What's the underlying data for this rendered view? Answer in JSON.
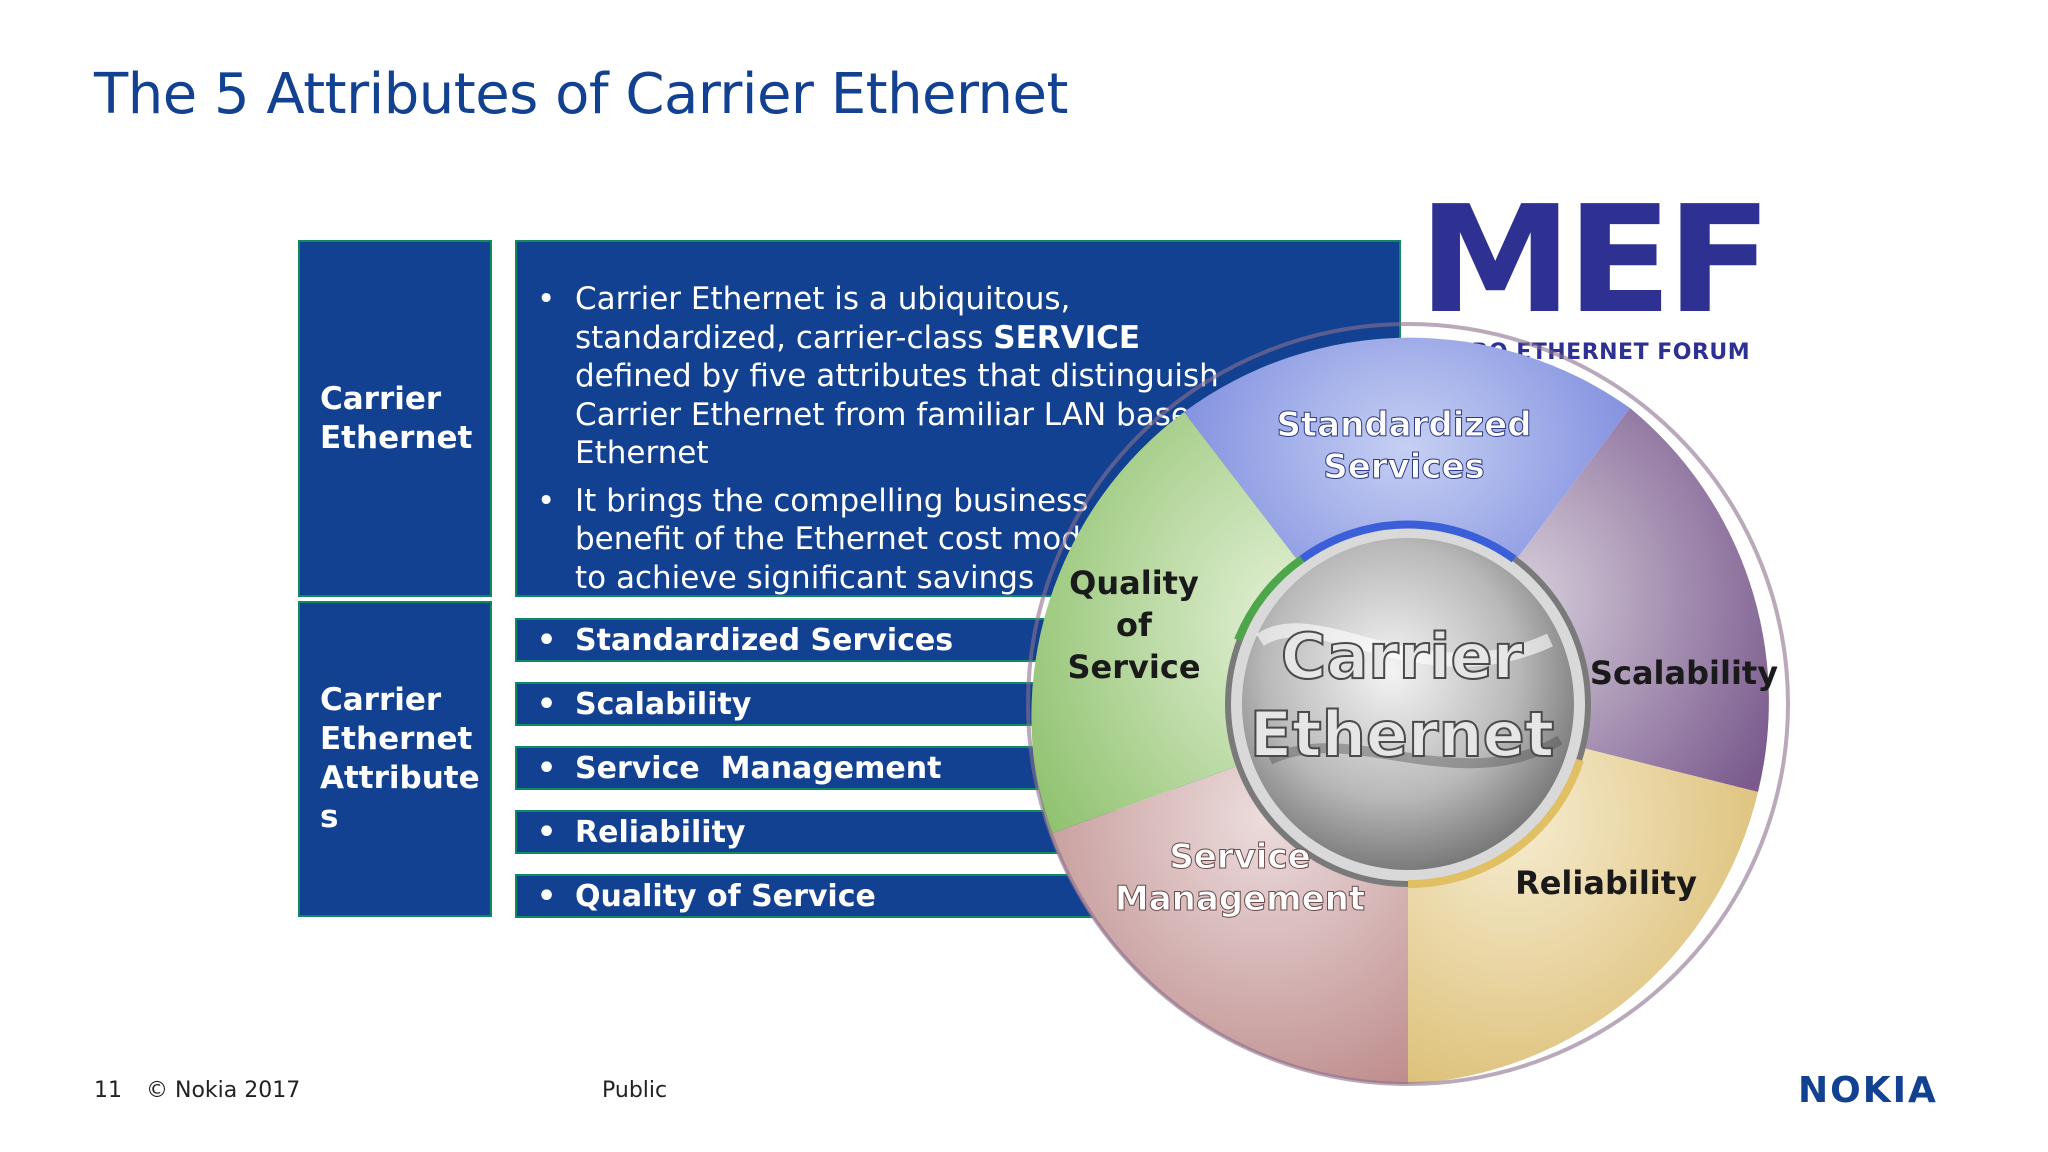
{
  "slide": {
    "title": "The 5 Attributes of Carrier Ethernet"
  },
  "carrier_ethernet_box": {
    "label": "Carrier Ethernet",
    "bullets": [
      {
        "before": "Carrier Ethernet is a ubiquitous, standardized, carrier-class ",
        "bold": "SERVICE",
        "after": " defined by five attributes that distinguish Carrier Ethernet from familiar LAN based Ethernet"
      },
      {
        "text": "It brings the compelling business benefit of the Ethernet cost model to achieve significant savings"
      }
    ]
  },
  "attributes_box": {
    "label": "Carrier Ethernet Attribute s",
    "bullet_symbol": "•",
    "items": [
      "Standardized Services",
      "Scalability",
      "Service  Management",
      "Reliability",
      "Quality of Service"
    ]
  },
  "mef_logo": {
    "letters": "MEF",
    "tagline": "METRO ETHERNET FORUM"
  },
  "wheel": {
    "center_line1": "Carrier",
    "center_line2": "Ethernet",
    "segments": {
      "standardized": [
        "Standardized",
        "Services"
      ],
      "scalability": [
        "Scalability"
      ],
      "reliability": [
        "Reliability"
      ],
      "service_management": [
        "Service",
        "Management"
      ],
      "quality": [
        "Quality",
        "of",
        "Service"
      ]
    },
    "colors": {
      "standardized": "#7f8fe0",
      "scalability": "#9b88b0",
      "reliability": "#e8d39c",
      "service_management": "#c9a3a3",
      "quality": "#a9d18a"
    }
  },
  "footer": {
    "page_number": "11",
    "copyright": "© Nokia 2017",
    "classification": "Public",
    "brand": "NOKIA"
  }
}
